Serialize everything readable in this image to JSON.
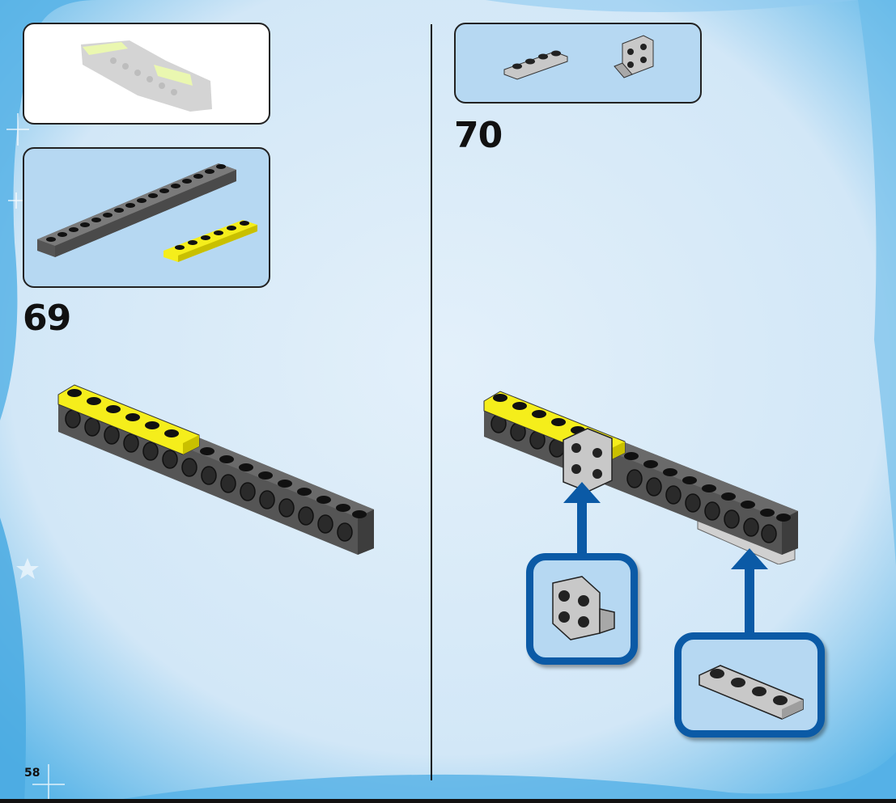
{
  "page": {
    "number": "58"
  },
  "steps": [
    {
      "number": "69"
    },
    {
      "number": "70"
    }
  ],
  "colors": {
    "panel_fill": "#b6d8f2",
    "callout_border": "#0b5aa6",
    "arrow": "#0b5aa6",
    "brick_dark": "#555555",
    "brick_yellow": "#f5ee1b",
    "plate_light": "#c8c8c8"
  },
  "icons": [
    "lego-model-preview",
    "technic-beam-16-icon",
    "plate-1x6-yellow-icon",
    "plate-1x4-gray-icon",
    "bracket-2x2-gray-icon",
    "up-arrow-icon"
  ]
}
